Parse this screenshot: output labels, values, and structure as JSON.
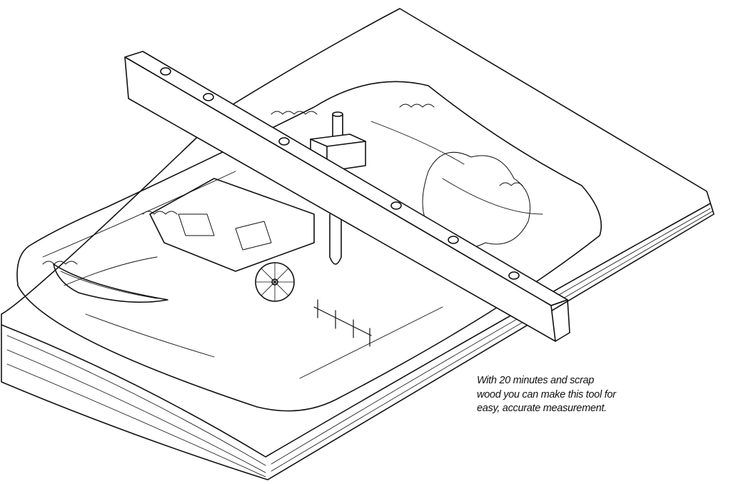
{
  "illustration": {
    "subject": "measuring-tool-over-diorama",
    "stroke_color": "#111111",
    "background_color": "#ffffff"
  },
  "caption": {
    "lines": [
      "With 20 minutes and scrap",
      "wood you can make this tool for",
      "easy, accurate measurement."
    ]
  }
}
